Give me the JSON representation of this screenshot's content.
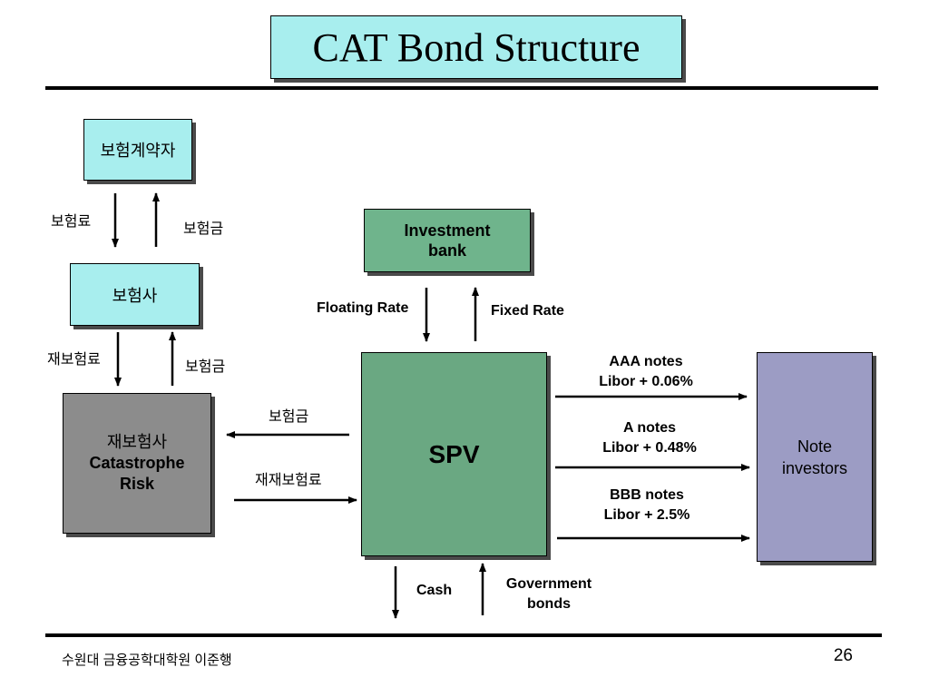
{
  "title": "CAT Bond Structure",
  "nodes": {
    "policyholder": "보험계약자",
    "insurer": "보험사",
    "reinsurer_line1": "재보험사",
    "reinsurer_line2": "Catastrophe",
    "reinsurer_line3": "Risk",
    "investment_bank_line1": "Investment",
    "investment_bank_line2": "bank",
    "spv": "SPV",
    "note_investors_line1": "Note",
    "note_investors_line2": "investors"
  },
  "flows": {
    "premium": "보험료",
    "claim_payment_1": "보험금",
    "reinsurance_premium": "재보험료",
    "claim_payment_2": "보험금",
    "claim_payment_3": "보험금",
    "retro_premium": "재재보험료",
    "floating_rate": "Floating Rate",
    "fixed_rate": "Fixed Rate",
    "cash": "Cash",
    "gov_bonds_line1": "Government",
    "gov_bonds_line2": "bonds"
  },
  "notes": [
    {
      "name": "AAA notes",
      "rate": "Libor + 0.06%"
    },
    {
      "name": "A notes",
      "rate": "Libor + 0.48%"
    },
    {
      "name": "BBB notes",
      "rate": "Libor + 2.5%"
    }
  ],
  "footer": {
    "author": "수원대 금융공학대학원 이준행",
    "page_number": "26"
  }
}
